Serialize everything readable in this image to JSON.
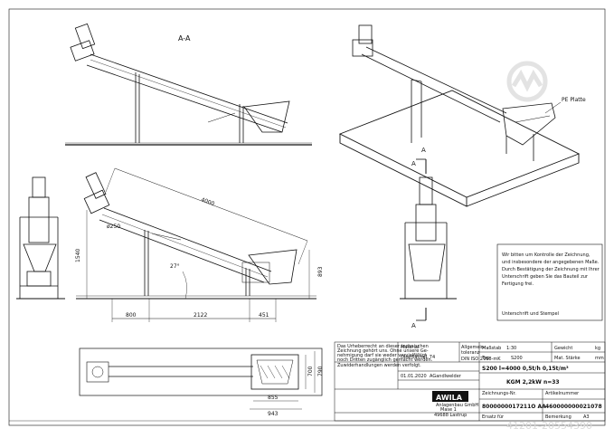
{
  "section_label": "A-A",
  "labels": {
    "pe_plate": "PE Platte",
    "section_a_top": "A",
    "section_a_bottom": "A",
    "section_a_left": "A"
  },
  "dimensions": {
    "length": "4000",
    "diameter": "ø250",
    "height_left": "1540",
    "height_right": "893",
    "angle": "27°",
    "base_left": "800",
    "base_mid": "2122",
    "base_right": "451",
    "plan_width_1": "855",
    "plan_width_2": "943",
    "plan_height_1": "700",
    "plan_height_2": "790"
  },
  "note": {
    "lines": [
      "Wir bitten um Kontrolle der Zeichnung,",
      "und insbesondere der angegebenen Maße.",
      "Durch Bestätigung der Zeichnung mit Ihrer",
      "Unterschrift geben Sie das Bauteil zur",
      "Fertigung frei."
    ],
    "signature": "Unterschrift und Stempel"
  },
  "titleblock": {
    "copyright_lines": [
      "Das Urheberrecht an dieser technischen",
      "Zeichnung gehört uns. Ohne unsere Ge-",
      "nehmigung darf sie weder vervielfältigt",
      "noch Dritten zugänglich gemacht werden.",
      "Zuwiderhandlungen werden verfolgt."
    ],
    "material_label": "Material",
    "surface_label": "Oberfläche",
    "general_tol_label": "Allgemein-",
    "toleranz_label": "toleranz",
    "tol_standard": "DIN ISO 2768-mK",
    "weight_label": "Gewicht",
    "weight_unit": "kg",
    "scale_label": "Maßstab",
    "scale_value": "1:30",
    "type_label": "Typ",
    "type_value": "S200",
    "mat_thickness": "Mat. Stärke",
    "mm": "mm",
    "date_value": "01.01.2020",
    "drawn_by": "AGandlwelder",
    "surface_value": "1.74",
    "spec_line_1": "S200 l=4000 0,5t/h 0,15t/m³",
    "spec_line_2": "KGM 2,2kW n=33",
    "drawing_number_label": "Zeichnungs-Nr.",
    "drawing_number": "8000000017211O AA",
    "article_label": "Artikelnummer",
    "article_number": "460000000021078",
    "remark_label": "Bemerkung",
    "company": "AWILA",
    "company_sub": "Anlagenbau GmbH",
    "company_addr": "Mase 1",
    "company_city": "49688 Lastrup",
    "change_label": "Ersatz für",
    "format": "A3"
  },
  "watermark": "41201-20554390"
}
